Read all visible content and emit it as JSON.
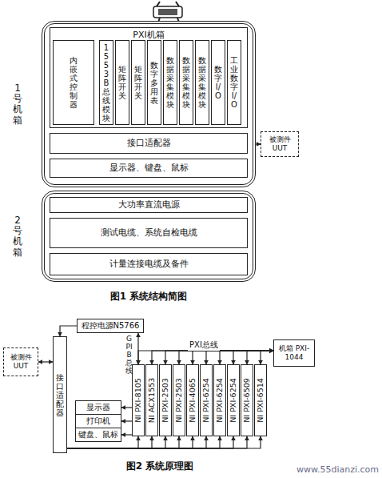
{
  "diagram": {
    "caption": "图1 系统结构简图",
    "nodes": [
      {
        "text": [
          "1号机箱"
        ]
      },
      {
        "text": [
          "PXI机箱"
        ],
        "in": 0
      },
      {
        "text": [
          "内嵌式控制器"
        ],
        "in": 1
      },
      {
        "text": [
          "1553B总线模块"
        ],
        "in": 1
      },
      {
        "text": [
          "矩阵开关"
        ],
        "in": 1
      },
      {
        "text": [
          "矩阵开关"
        ],
        "in": 1
      },
      {
        "text": [
          "数字多用表"
        ],
        "in": 1
      },
      {
        "text": [
          "数据采集模块"
        ],
        "in": 1
      },
      {
        "text": [
          "数据采集模块"
        ],
        "in": 1
      },
      {
        "text": [
          "数据采集模块"
        ],
        "in": 1
      },
      {
        "text": [
          "数字I/O"
        ],
        "in": 1
      },
      {
        "text": [
          "工业数字I/O"
        ],
        "in": 1
      },
      {
        "text": [
          "接口适配器"
        ],
        "in": 0
      },
      {
        "text": [
          "显示器、键盘、鼠标"
        ],
        "in": 0
      },
      {
        "text": [
          "被测件 UUT"
        ]
      },
      {
        "text": [
          "2号机箱"
        ]
      },
      {
        "text": [
          "大功率直流电源"
        ],
        "in": 15
      },
      {
        "text": [
          "测试电缆、系统自检电缆"
        ],
        "in": 15
      },
      {
        "text": [
          "计量连接电缆及备件"
        ],
        "in": 15
      },
      {
        "text": [
          "被测件 UUT"
        ]
      },
      {
        "text": [
          "接口适配器"
        ]
      },
      {
        "text": [
          "程控电源N5766"
        ]
      },
      {
        "text": [
          "NI PXI-8105"
        ]
      },
      {
        "text": [
          "NI ACX1553"
        ]
      },
      {
        "text": [
          "NI PXI-2503"
        ]
      },
      {
        "text": [
          "NI PXI-2503"
        ]
      },
      {
        "text": [
          "NI PXI-4065"
        ]
      },
      {
        "text": [
          "NI PXI-6254"
        ]
      },
      {
        "text": [
          "NI PXI-6254"
        ]
      },
      {
        "text": [
          "NI PXI-6254"
        ]
      },
      {
        "text": [
          "NI PXI-6509"
        ]
      },
      {
        "text": [
          "NI PXI-6514"
        ]
      },
      {
        "text": [
          "机箱 PXI-1044"
        ]
      },
      {
        "text": [
          "显示器"
        ]
      },
      {
        "text": [
          "打印机"
        ]
      },
      {
        "text": [
          "键盘、鼠标"
        ]
      }
    ],
    "edges": [
      {
        "from": 12,
        "to": 14,
        "arrow": "both"
      },
      {
        "from": 19,
        "to": 20,
        "arrow": "both"
      },
      {
        "from": 21,
        "to": 20,
        "arrow": "to"
      },
      {
        "from": 21,
        "to": 22,
        "arrow": "both"
      },
      {
        "from": 22,
        "to": 32,
        "arrow": "both"
      },
      {
        "from": 23,
        "to": 32,
        "arrow": "both"
      },
      {
        "from": 24,
        "to": 32,
        "arrow": "both"
      },
      {
        "from": 25,
        "to": 32,
        "arrow": "both"
      },
      {
        "from": 26,
        "to": 32,
        "arrow": "both"
      },
      {
        "from": 27,
        "to": 32,
        "arrow": "both"
      },
      {
        "from": 28,
        "to": 32,
        "arrow": "both"
      },
      {
        "from": 29,
        "to": 32,
        "arrow": "both"
      },
      {
        "from": 30,
        "to": 32,
        "arrow": "both"
      },
      {
        "from": 31,
        "to": 32,
        "arrow": "both"
      },
      {
        "from": 20,
        "to": 22,
        "arrow": "to"
      },
      {
        "from": 20,
        "to": 23,
        "arrow": "to"
      },
      {
        "from": 20,
        "to": 24,
        "arrow": "to"
      },
      {
        "from": 20,
        "to": 25,
        "arrow": "to"
      },
      {
        "from": 20,
        "to": 26,
        "arrow": "to"
      },
      {
        "from": 20,
        "to": 27,
        "arrow": "to"
      },
      {
        "from": 20,
        "to": 28,
        "arrow": "to"
      },
      {
        "from": 20,
        "to": 29,
        "arrow": "to"
      },
      {
        "from": 20,
        "to": 30,
        "arrow": "to"
      },
      {
        "from": 20,
        "to": 31,
        "arrow": "to"
      },
      {
        "from": 22,
        "to": 33,
        "arrow": "to"
      },
      {
        "from": 22,
        "to": 34,
        "arrow": "to"
      },
      {
        "from": 22,
        "to": 35,
        "arrow": "to"
      }
    ],
    "labels": [
      "PXI总线",
      "GPIB总线",
      "图2 系统原理图",
      "www.55dianzi.com"
    ]
  }
}
